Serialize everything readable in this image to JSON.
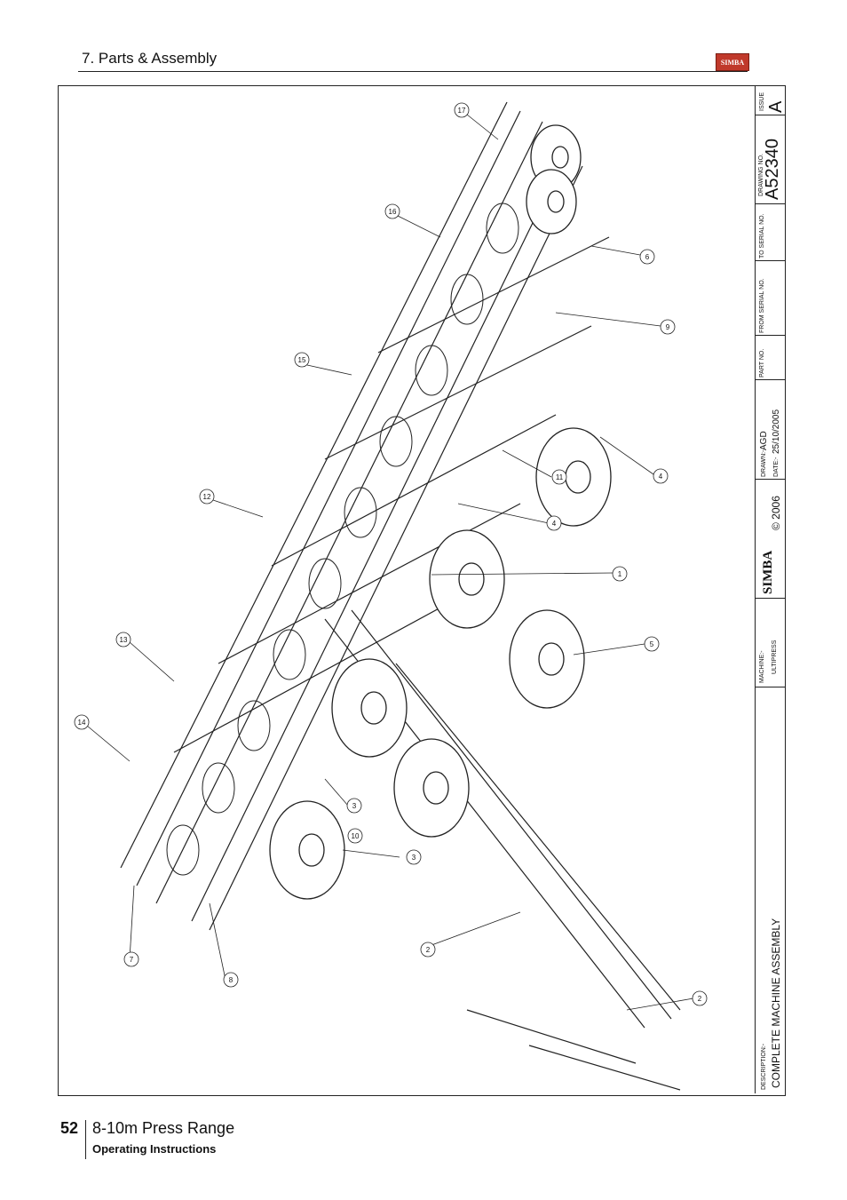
{
  "header": {
    "section_title": "7. Parts & Assembly",
    "logo_text": "SIMBA"
  },
  "title_block": {
    "issue_label": "ISSUE",
    "issue_value": "A",
    "drawing_no_label": "DRAWING NO.",
    "drawing_no": "A52340",
    "to_serial_label": "TO SERIAL NO.",
    "from_serial_label": "FROM SERIAL NO.",
    "part_no_label": "PART NO.",
    "drawn_label": "DRAWN:-",
    "drawn_value": "AGD",
    "date_label": "DATE:-",
    "date_value": "25/10/2005",
    "logo": "SIMBA",
    "copyright": "© 2006",
    "machine_label": "MACHINE:-",
    "machine_value": "ULTIPRESS",
    "description_label": "DESCRIPTION:-",
    "description_value": "COMPLETE MACHINE ASSEMBLY"
  },
  "callouts": [
    "17",
    "16",
    "6",
    "9",
    "15",
    "4",
    "11",
    "12",
    "4",
    "1",
    "5",
    "13",
    "14",
    "3",
    "10",
    "3",
    "7",
    "8",
    "2",
    "2"
  ],
  "footer": {
    "page_number": "52",
    "title": "8-10m Press Range",
    "subtitle": "Operating Instructions"
  }
}
